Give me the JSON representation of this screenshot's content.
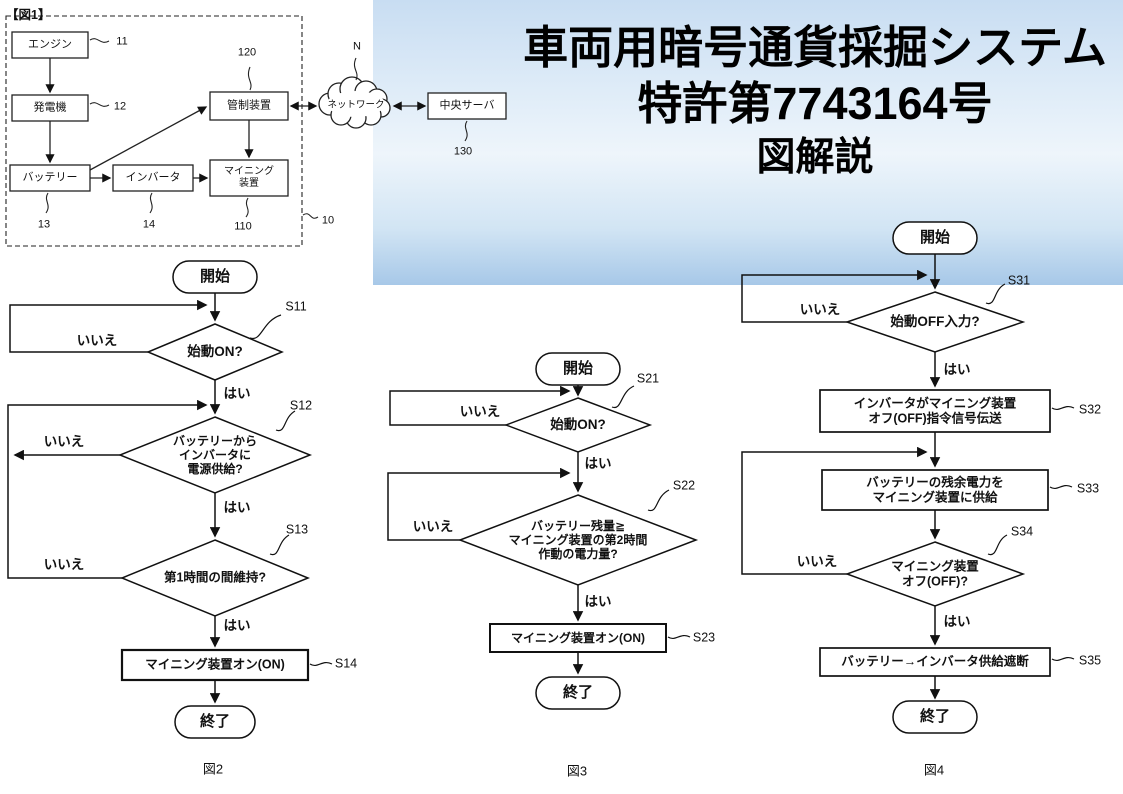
{
  "title": {
    "line1": "車両用暗号通貨採掘システム",
    "line2": "特許第7743164号",
    "line3": "図解説"
  },
  "fig1": {
    "label": "【図1】",
    "nodes": {
      "engine": "エンジン",
      "generator": "発電機",
      "battery": "バッテリー",
      "inverter": "インバータ",
      "mining": "マイニング\n装置",
      "control": "管制装置",
      "network": "ネットワーク",
      "server": "中央サーバ"
    },
    "refs": {
      "engine": "11",
      "generator": "12",
      "battery": "13",
      "inverter": "14",
      "mining": "110",
      "control": "120",
      "network": "N",
      "server": "130",
      "system": "10"
    }
  },
  "fig2": {
    "caption": "図2",
    "start": "開始",
    "end": "終了",
    "yes": "はい",
    "no": "いいえ",
    "s11": {
      "label": "始動ON?",
      "ref": "S11"
    },
    "s12": {
      "label": "バッテリーから\nインバータに\n電源供給?",
      "ref": "S12"
    },
    "s13": {
      "label": "第1時間の間維持?",
      "ref": "S13"
    },
    "s14": {
      "label": "マイニング装置オン(ON)",
      "ref": "S14"
    }
  },
  "fig3": {
    "caption": "図3",
    "start": "開始",
    "end": "終了",
    "yes": "はい",
    "no": "いいえ",
    "s21": {
      "label": "始動ON?",
      "ref": "S21"
    },
    "s22": {
      "label": "バッテリー残量≧\nマイニング装置の第2時間\n作動の電力量?",
      "ref": "S22"
    },
    "s23": {
      "label": "マイニング装置オン(ON)",
      "ref": "S23"
    }
  },
  "fig4": {
    "caption": "図4",
    "start": "開始",
    "end": "終了",
    "yes": "はい",
    "no": "いいえ",
    "s31": {
      "label": "始動OFF入力?",
      "ref": "S31"
    },
    "s32": {
      "label": "インバータがマイニング装置\nオフ(OFF)指令信号伝送",
      "ref": "S32"
    },
    "s33": {
      "label": "バッテリーの残余電力を\nマイニング装置に供給",
      "ref": "S33"
    },
    "s34": {
      "label": "マイニング装置\nオフ(OFF)?",
      "ref": "S34"
    },
    "s35": {
      "label": "バッテリー→インバータ供給遮断",
      "ref": "S35"
    }
  }
}
